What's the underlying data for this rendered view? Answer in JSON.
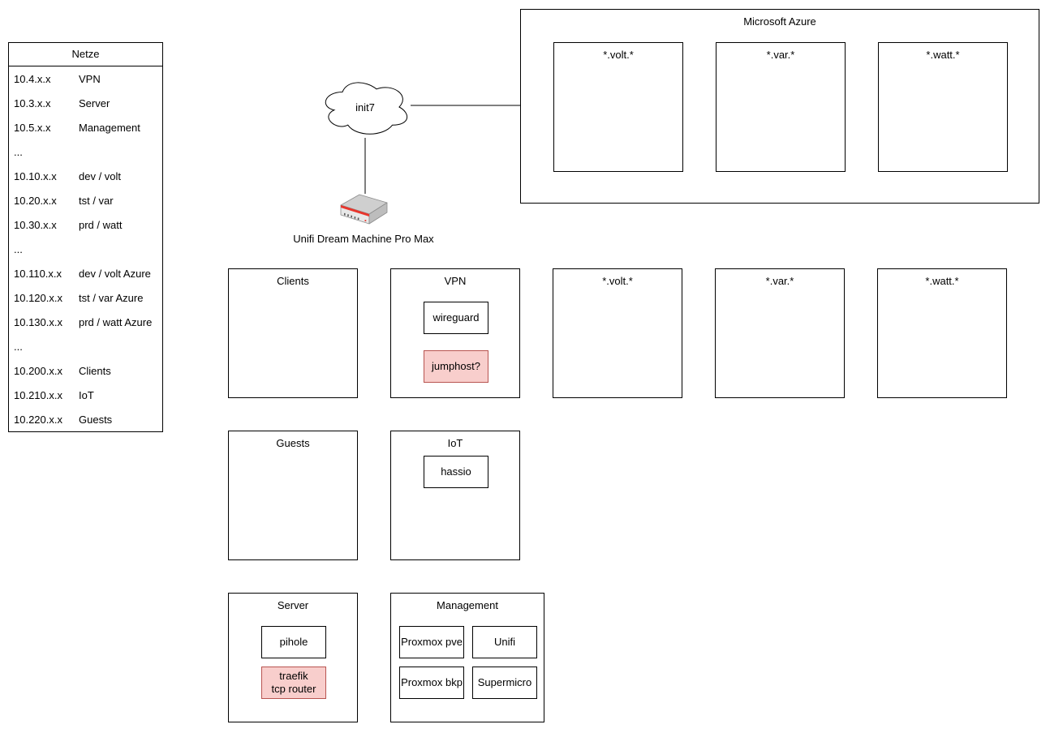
{
  "colors": {
    "highlight_fill": "#f8cecc",
    "highlight_border": "#b85450",
    "line": "#000000",
    "router_stripe": "#e8362d"
  },
  "netze_table": {
    "title": "Netze",
    "rows": [
      {
        "range": "10.4.x.x",
        "label": "VPN"
      },
      {
        "range": "10.3.x.x",
        "label": "Server"
      },
      {
        "range": "10.5.x.x",
        "label": "Management"
      },
      {
        "range": "...",
        "label": ""
      },
      {
        "range": "10.10.x.x",
        "label": "dev / volt"
      },
      {
        "range": "10.20.x.x",
        "label": "tst / var"
      },
      {
        "range": "10.30.x.x",
        "label": "prd / watt"
      },
      {
        "range": "...",
        "label": ""
      },
      {
        "range": "10.110.x.x",
        "label": "dev / volt Azure"
      },
      {
        "range": "10.120.x.x",
        "label": "tst / var Azure"
      },
      {
        "range": "10.130.x.x",
        "label": "prd / watt Azure"
      },
      {
        "range": "...",
        "label": ""
      },
      {
        "range": "10.200.x.x",
        "label": "Clients"
      },
      {
        "range": "10.210.x.x",
        "label": "IoT"
      },
      {
        "range": "10.220.x.x",
        "label": "Guests"
      }
    ]
  },
  "wan": {
    "cloud_label": "init7",
    "router_label": "Unifi Dream Machine Pro Max"
  },
  "azure": {
    "title": "Microsoft Azure",
    "zones": [
      {
        "title": "*.volt.*"
      },
      {
        "title": "*.var.*"
      },
      {
        "title": "*.watt.*"
      }
    ]
  },
  "zones": {
    "clients": {
      "title": "Clients"
    },
    "vpn": {
      "title": "VPN",
      "nodes": {
        "wireguard": {
          "label": "wireguard"
        },
        "jumphost": {
          "label": "jumphost?"
        }
      }
    },
    "volt": {
      "title": "*.volt.*"
    },
    "var": {
      "title": "*.var.*"
    },
    "watt": {
      "title": "*.watt.*"
    },
    "guests": {
      "title": "Guests"
    },
    "iot": {
      "title": "IoT",
      "nodes": {
        "hassio": {
          "label": "hassio"
        }
      }
    },
    "server": {
      "title": "Server",
      "nodes": {
        "pihole": {
          "label": "pihole"
        },
        "traefik": {
          "label": "traefik\ntcp router"
        }
      }
    },
    "management": {
      "title": "Management",
      "nodes": {
        "proxmox_pve": {
          "label": "Proxmox pve"
        },
        "unifi": {
          "label": "Unifi"
        },
        "proxmox_bkp": {
          "label": "Proxmox bkp"
        },
        "supermicro": {
          "label": "Supermicro"
        }
      }
    }
  }
}
